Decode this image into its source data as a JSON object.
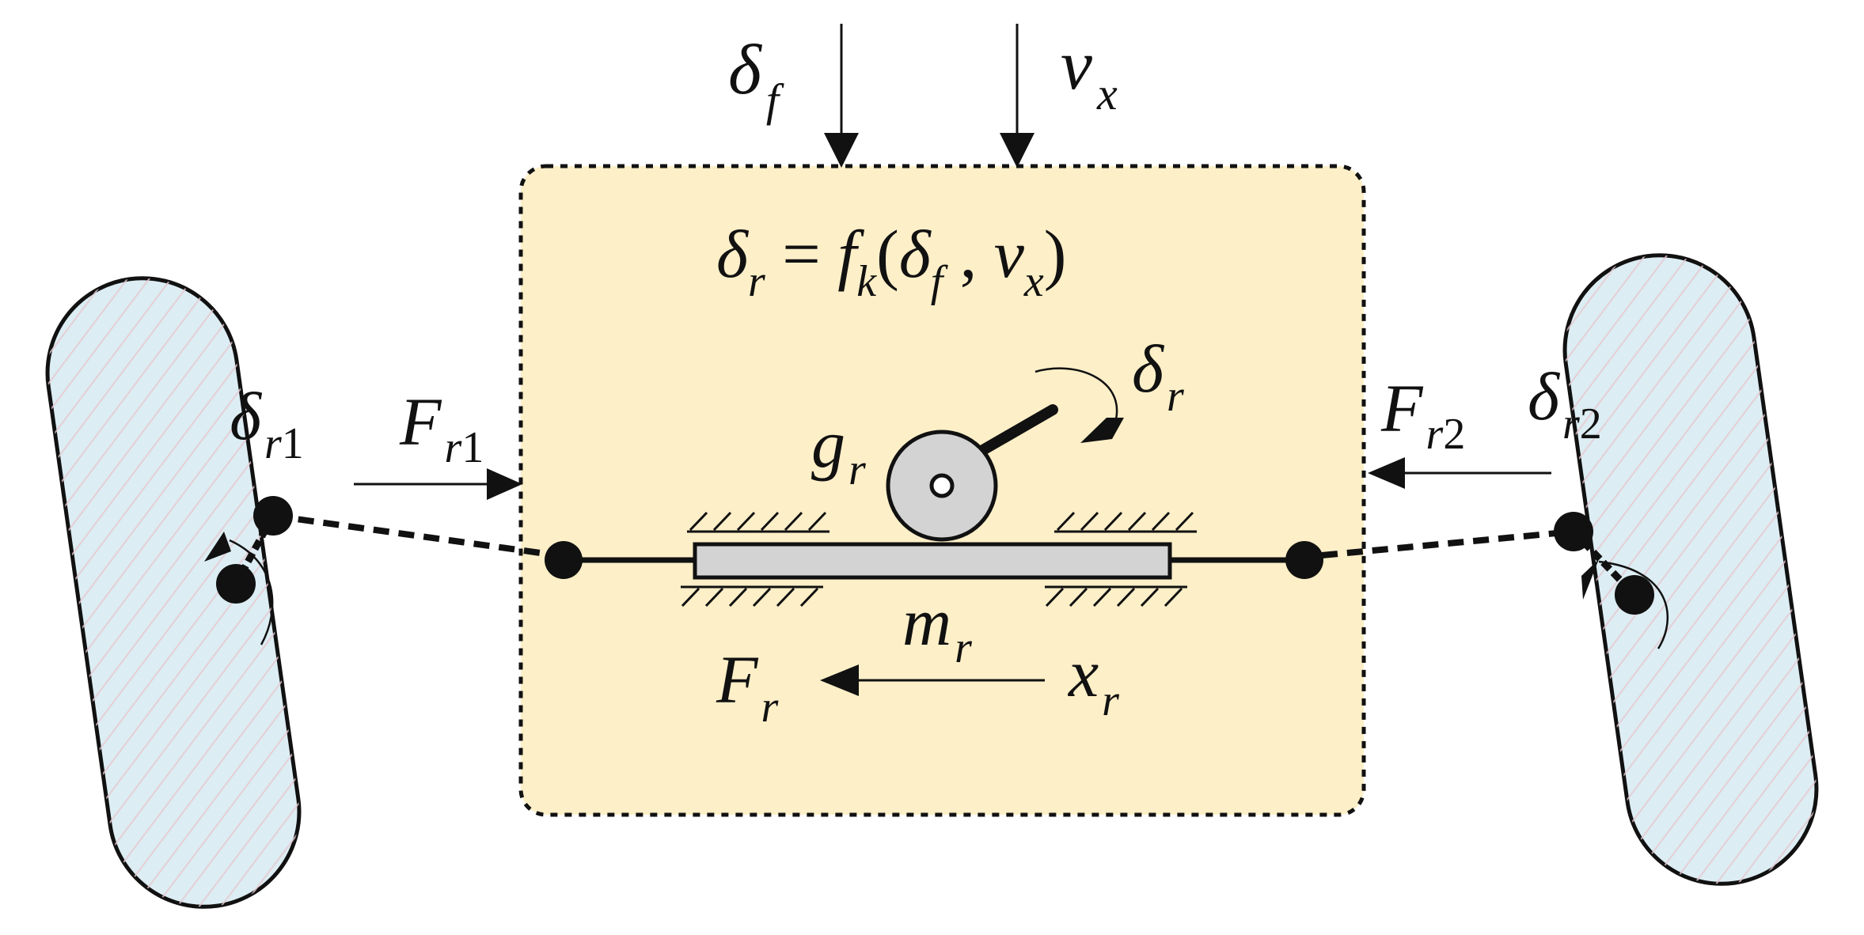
{
  "colors": {
    "box_fill": "#fdefc8",
    "tire_fill": "#dcedf3",
    "rack_fill": "#d3d3d3",
    "pinion_fill": "#d3d3d3",
    "stroke": "#111111"
  },
  "labels": {
    "delta_f": {
      "main": "δ",
      "sub": "f"
    },
    "v_x": {
      "main": "v",
      "sub": "x"
    },
    "equation": {
      "lhs": "δ",
      "lhs_sub": "r",
      "eq": " = ",
      "f": "f",
      "f_sub": "k",
      "open": "(",
      "arg1": "δ",
      "arg1_sub": "f",
      "comma": " , ",
      "arg2": "v",
      "arg2_sub": "x",
      "close": ")"
    },
    "delta_r": {
      "main": "δ",
      "sub": "r"
    },
    "g_r": {
      "main": "g",
      "sub": "r"
    },
    "m_r": {
      "main": "m",
      "sub": "r"
    },
    "F_r": {
      "main": "F",
      "sub": "r"
    },
    "x_r": {
      "main": "x",
      "sub": "r"
    },
    "F_r1": {
      "main": "F",
      "sub": "r",
      "num": "1"
    },
    "F_r2": {
      "main": "F",
      "sub": "r",
      "num": "2"
    },
    "delta_r1": {
      "main": "δ",
      "sub": "r",
      "num": "1"
    },
    "delta_r2": {
      "main": "δ",
      "sub": "r",
      "num": "2"
    }
  }
}
